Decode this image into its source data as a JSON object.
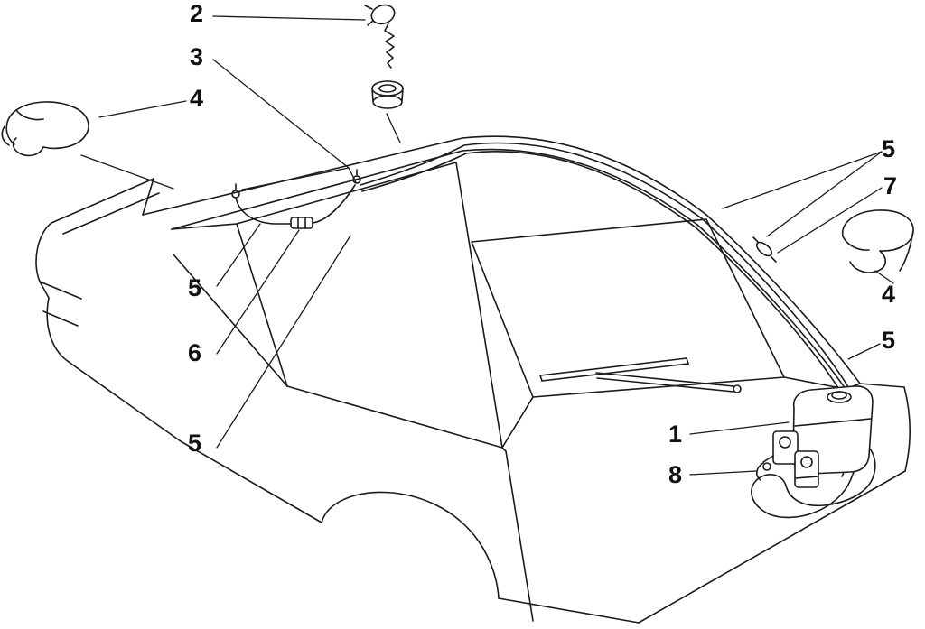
{
  "figure": {
    "kind": "exploded-parts-diagram",
    "subject": "rear-window-washer-system",
    "background_color": "#ffffff",
    "line_color": "#1a1a1a",
    "label_color": "#111111",
    "callouts": [
      {
        "label": "2",
        "refers_to": "washer-nozzle"
      },
      {
        "label": "3",
        "refers_to": "grommet"
      },
      {
        "label": "4",
        "refers_to": "retaining-clip-left"
      },
      {
        "label": "5",
        "refers_to": "washer-tubing-roof-right"
      },
      {
        "label": "7",
        "refers_to": "tube-connector-right"
      },
      {
        "label": "4",
        "refers_to": "retaining-clip-right"
      },
      {
        "label": "5",
        "refers_to": "washer-tubing-pillar-right"
      },
      {
        "label": "5",
        "refers_to": "washer-tubing-roof-left"
      },
      {
        "label": "6",
        "refers_to": "tube-connector-left"
      },
      {
        "label": "5",
        "refers_to": "washer-tubing-front-left"
      },
      {
        "label": "1",
        "refers_to": "washer-reservoir-and-pump"
      },
      {
        "label": "8",
        "refers_to": "pump-hose-fitting"
      }
    ]
  }
}
